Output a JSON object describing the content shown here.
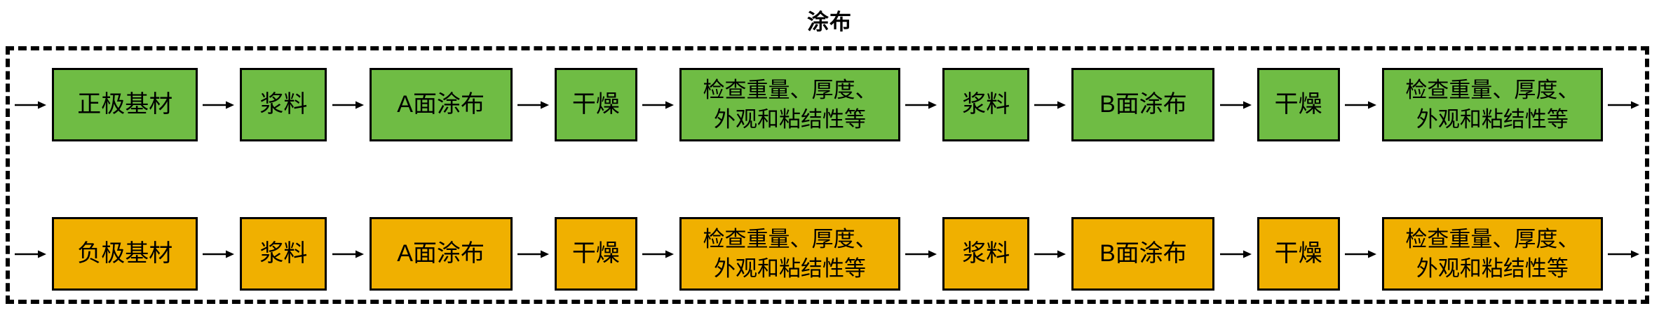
{
  "title": "涂布",
  "frame": {
    "border_color": "#000000",
    "arrow_color": "#000000"
  },
  "rows": [
    {
      "color": "#6FBC44",
      "steps": [
        "正极基材",
        "浆料",
        "A面涂布",
        "干燥",
        "检查重量、厚度、\n外观和粘结性等",
        "浆料",
        "B面涂布",
        "干燥",
        "检查重量、厚度、\n外观和粘结性等"
      ]
    },
    {
      "color": "#F0B000",
      "steps": [
        "负极基材",
        "浆料",
        "A面涂布",
        "干燥",
        "检查重量、厚度、\n外观和粘结性等",
        "浆料",
        "B面涂布",
        "干燥",
        "检查重量、厚度、\n外观和粘结性等"
      ]
    }
  ]
}
